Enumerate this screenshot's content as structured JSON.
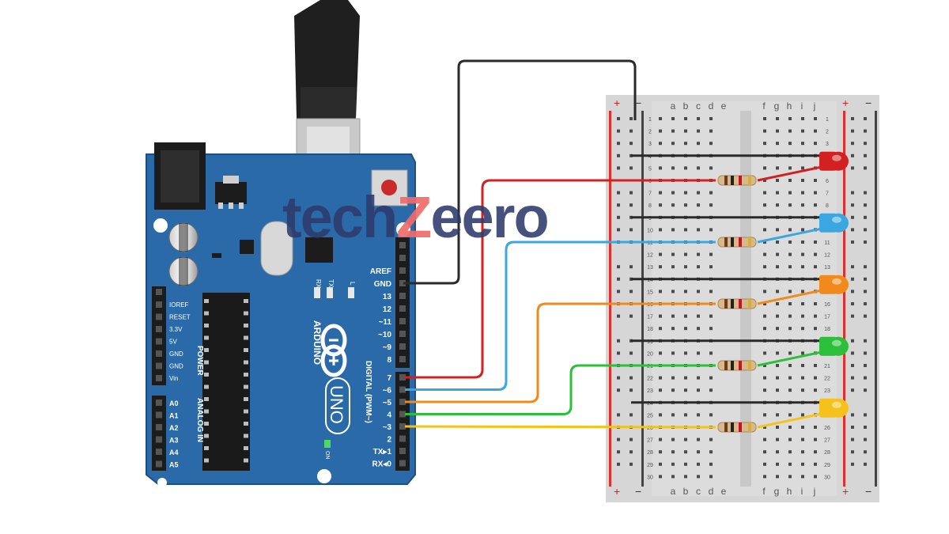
{
  "watermark": {
    "part1": "tech",
    "part2": "Z",
    "part3": "eero"
  },
  "arduino": {
    "brand": "ARDUINO",
    "model": "UNO",
    "digital_label": "DIGITAL (PWM~)",
    "power_label": "POWER",
    "analog_label": "ANALOG IN",
    "on_label": "ON",
    "l_label": "L",
    "tx_label": "TX",
    "rx_label": "RX",
    "top_header_pins": [
      "AREF",
      "GND",
      "13",
      "12",
      "~11",
      "~10",
      "~9",
      "8"
    ],
    "bottom_header_pins": [
      "7",
      "~6",
      "~5",
      "4",
      "~3",
      "2",
      "TX▸1",
      "RX◂0"
    ],
    "power_pins": [
      "IOREF",
      "RESET",
      "3.3V",
      "5V",
      "GND",
      "GND",
      "Vin"
    ],
    "analog_pins": [
      "A0",
      "A1",
      "A2",
      "A3",
      "A4",
      "A5"
    ]
  },
  "breadboard": {
    "col_letters_left": [
      "a",
      "b",
      "c",
      "d",
      "e"
    ],
    "col_letters_right": [
      "f",
      "g",
      "h",
      "i",
      "j"
    ],
    "plus": "+",
    "minus": "−",
    "row_count": 30
  },
  "circuit": {
    "leds": [
      {
        "color": "red",
        "hex": "#d32020",
        "pin": "7"
      },
      {
        "color": "blue",
        "hex": "#3aa7e0",
        "pin": "~6"
      },
      {
        "color": "orange",
        "hex": "#f08a1c",
        "pin": "~5"
      },
      {
        "color": "green",
        "hex": "#2bbf3a",
        "pin": "4"
      },
      {
        "color": "yellow",
        "hex": "#f5c21b",
        "pin": "~3"
      }
    ],
    "ground_wire_color": "#2a2a2a",
    "board_color": "#2b6aa8"
  }
}
